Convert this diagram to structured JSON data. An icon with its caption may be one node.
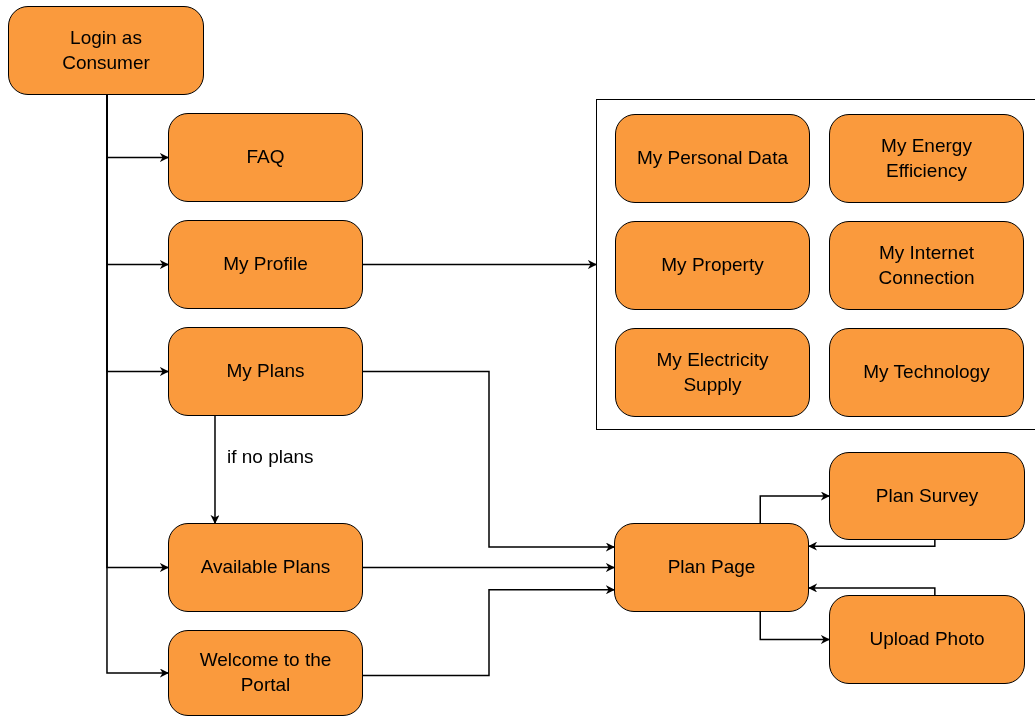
{
  "diagram": {
    "nodes": [
      {
        "text": [
          "Login as Consumer"
        ]
      },
      {
        "text": [
          "FAQ"
        ]
      },
      {
        "text": [
          "My Profile"
        ]
      },
      {
        "text": [],
        "shape": "box"
      },
      {
        "text": [
          "My Personal Data"
        ],
        "in": 3
      },
      {
        "text": [
          "My Energy Efficiency"
        ],
        "in": 3
      },
      {
        "text": [
          "My Property"
        ],
        "in": 3
      },
      {
        "text": [
          "My Internet Connection"
        ],
        "in": 3
      },
      {
        "text": [
          "My Electricity Supply"
        ],
        "in": 3
      },
      {
        "text": [
          "My Technology"
        ],
        "in": 3
      },
      {
        "text": [
          "My Plans"
        ]
      },
      {
        "text": [
          "Available Plans"
        ]
      },
      {
        "text": [
          "Welcome to the Portal"
        ]
      },
      {
        "text": [
          "Plan Page"
        ]
      },
      {
        "text": [
          "Plan Survey"
        ]
      },
      {
        "text": [
          "Upload Photo"
        ]
      }
    ],
    "edges": [
      {
        "from": 0,
        "to": 1,
        "arrow": "to"
      },
      {
        "from": 0,
        "to": 2,
        "arrow": "to"
      },
      {
        "from": 0,
        "to": 10,
        "arrow": "to"
      },
      {
        "from": 0,
        "to": 11,
        "arrow": "to"
      },
      {
        "from": 0,
        "to": 12,
        "arrow": "to"
      },
      {
        "from": 2,
        "to": 3,
        "arrow": "to"
      },
      {
        "from": 10,
        "to": 11,
        "arrow": "to",
        "label": "if no plans"
      },
      {
        "from": 10,
        "to": 13,
        "arrow": "to"
      },
      {
        "from": 11,
        "to": 13,
        "arrow": "to"
      },
      {
        "from": 12,
        "to": 13,
        "arrow": "to"
      },
      {
        "from": 13,
        "to": 14,
        "arrow": "to"
      },
      {
        "from": 14,
        "to": 13,
        "arrow": "to"
      },
      {
        "from": 15,
        "to": 13,
        "arrow": "to"
      },
      {
        "from": 13,
        "to": 15,
        "arrow": "to"
      }
    ]
  }
}
